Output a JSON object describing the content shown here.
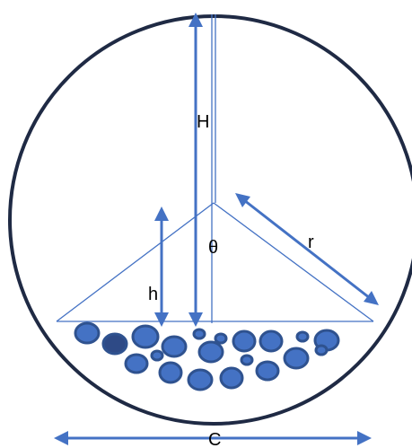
{
  "labels": {
    "H": "H",
    "h": "h",
    "theta": "θ",
    "r": "r",
    "C": "C"
  },
  "colors": {
    "circle": "#1f2a44",
    "line": "#4472c4",
    "ball_fill": "#4472c4",
    "ball_fill_dark": "#2e4a86",
    "ball_stroke": "#2f528f"
  }
}
